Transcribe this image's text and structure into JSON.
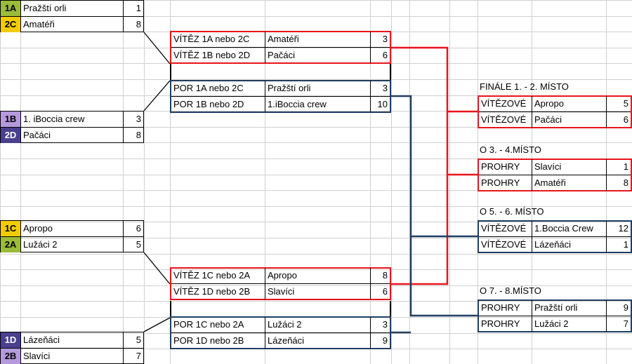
{
  "colors": {
    "group_a": "#9bbb3b",
    "group_c": "#f2cc00",
    "group_b": "#b49adc",
    "group_d": "#4a3f8f",
    "winner_border": "#e8141c",
    "loser_border": "#1f3f63",
    "grid": "#d0d0d0",
    "bracket_line": "#000000"
  },
  "groups": {
    "top": [
      {
        "code": "1A",
        "team": "Pražští orli",
        "score": "1",
        "color": "group_a"
      },
      {
        "code": "2C",
        "team": "Amatéři",
        "score": "8",
        "color": "group_c"
      }
    ],
    "second": [
      {
        "code": "1B",
        "team": "1. iBoccia crew",
        "score": "3",
        "color": "group_b"
      },
      {
        "code": "2D",
        "team": "Pačáci",
        "score": "8",
        "color": "group_d"
      }
    ],
    "third": [
      {
        "code": "1C",
        "team": "Apropo",
        "score": "6",
        "color": "group_c"
      },
      {
        "code": "2A",
        "team": "Lužáci 2",
        "score": "5",
        "color": "group_a"
      }
    ],
    "fourth": [
      {
        "code": "1D",
        "team": "Lázeňáci",
        "score": "5",
        "color": "group_d"
      },
      {
        "code": "2B",
        "team": "Slavíci",
        "score": "7",
        "color": "group_b"
      }
    ]
  },
  "semis": {
    "win_top": [
      {
        "label": "VÍTĚZ 1A nebo 2C",
        "team": "Amatéři",
        "score": "3"
      },
      {
        "label": "VÍTĚZ 1B nebo 2D",
        "team": "Pačáci",
        "score": "6"
      }
    ],
    "lose_top": [
      {
        "label": "POR 1A nebo 2C",
        "team": "Pražští orli",
        "score": "3"
      },
      {
        "label": "POR 1B nebo 2D",
        "team": "1.iBoccia crew",
        "score": "10"
      }
    ],
    "win_bottom": [
      {
        "label": "VÍTĚZ 1C nebo 2A",
        "team": "Apropo",
        "score": "8"
      },
      {
        "label": "VÍTĚZ 1D nebo 2B",
        "team": "Slavíci",
        "score": "6"
      }
    ],
    "lose_bottom": [
      {
        "label": "POR 1C nebo 2A",
        "team": "Lužáci 2",
        "score": "3"
      },
      {
        "label": "POR 1D nebo 2B",
        "team": "Lázeňáci",
        "score": "9"
      }
    ]
  },
  "finals": [
    {
      "title": "FINÁLE 1. - 2. MÍSTO",
      "kind": "win",
      "rows": [
        {
          "label": "VÍTĚZOVÉ",
          "team": "Apropo",
          "score": "5"
        },
        {
          "label": "VÍTĚZOVÉ",
          "team": "Pačáci",
          "score": "6"
        }
      ]
    },
    {
      "title": "O 3. - 4.MÍSTO",
      "kind": "win",
      "rows": [
        {
          "label": "PROHRY",
          "team": "Slavíci",
          "score": "1"
        },
        {
          "label": "PROHRY",
          "team": "Amatéři",
          "score": "8"
        }
      ]
    },
    {
      "title": "O 5. - 6. MÍSTO",
      "kind": "lose",
      "rows": [
        {
          "label": "VÍTĚZOVÉ",
          "team": "1.Boccia Crew",
          "score": "12"
        },
        {
          "label": "VÍTĚZOVÉ",
          "team": "Lázeňáci",
          "score": "1"
        }
      ]
    },
    {
      "title": "O 7. - 8.MÍSTO",
      "kind": "lose",
      "rows": [
        {
          "label": "PROHRY",
          "team": "Pražští orli",
          "score": "9"
        },
        {
          "label": "PROHRY",
          "team": "Lužáci 2",
          "score": "7"
        }
      ]
    }
  ]
}
